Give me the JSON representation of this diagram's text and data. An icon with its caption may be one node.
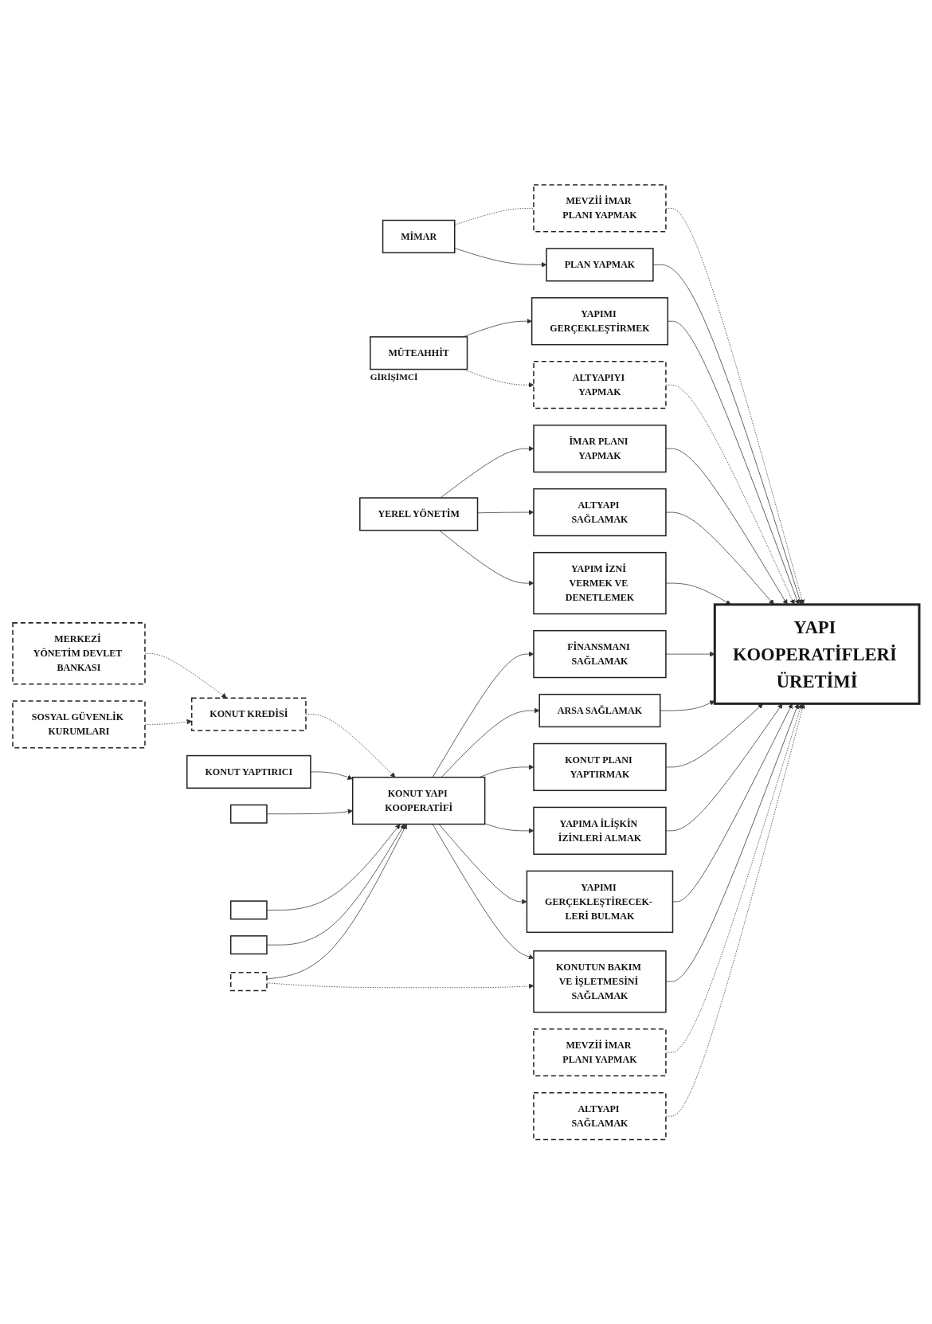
{
  "diagram": {
    "nodes": [
      {
        "text": [
          "MİMAR"
        ]
      },
      {
        "text": [
          "MÜTEAHHİT"
        ],
        "beside": [
          "GİRİŞİMCİ"
        ]
      },
      {
        "text": [
          "YEREL YÖNETİM"
        ]
      },
      {
        "text": [
          "MERKEZİ YÖNETİM DEVLET BANKASI"
        ]
      },
      {
        "text": [
          "SOSYAL GÜVENLİK KURUMLARI"
        ]
      },
      {
        "text": [
          "MEVZİİ İMAR PLANI YAPMAK"
        ]
      },
      {
        "text": [
          "PLAN YAPMAK"
        ]
      },
      {
        "text": [
          "YAPIMI GERÇEKLEŞTİRMEK"
        ]
      },
      {
        "text": [
          "ALTYAPIYI YAPMAK"
        ]
      },
      {
        "text": [
          "İMAR PLANI YAPMAK"
        ]
      },
      {
        "text": [
          "ALTYAPI SAĞLAMAK"
        ]
      },
      {
        "text": [
          "YAPIM İZNİ VERMEK VE DENETLEMEK"
        ]
      },
      {
        "text": [
          "KONUT KREDİSİ"
        ]
      },
      {
        "text": [
          "YAPI KOOPERATİFLERİ ÜRETİMİ"
        ]
      },
      {
        "text": [
          "FİNANSMANI SAĞLAMAK"
        ]
      },
      {
        "text": [
          "ARSA SAĞLAMAK"
        ]
      },
      {
        "text": [
          "KONUT PLANI YAPTIRMAK"
        ]
      },
      {
        "text": [
          "YAPIMA İLİŞKİN İZİNLERİ ALMAK"
        ]
      },
      {
        "text": [
          "YAPIMI GERÇEKLEŞTİRECEK- LERİ BULMAK"
        ]
      },
      {
        "text": [
          "KONUTUN BAKIM VE İŞLETMESİNİ SAĞLAMAK"
        ]
      },
      {
        "text": [
          "MEVZİİ İMAR PLANI YAPMAK"
        ]
      },
      {
        "text": [
          "ALTYAPI SAĞLAMAK"
        ]
      },
      {
        "text": [
          "KONUT YAPI KOOPERATİFİ"
        ]
      },
      {
        "text": [
          "KONUT YAPTIRICI"
        ]
      },
      {
        "text": [],
        "shape": "box"
      },
      {
        "text": [],
        "shape": "box"
      },
      {
        "text": [],
        "shape": "box"
      },
      {
        "text": [],
        "shape": "box"
      }
    ],
    "edges": [
      {
        "from": 0,
        "to": 5,
        "arrow": "none",
        "style": "dashed"
      },
      {
        "from": 0,
        "to": 6,
        "arrow": "to"
      },
      {
        "from": 1,
        "to": 7,
        "arrow": "to"
      },
      {
        "from": 1,
        "to": 8,
        "arrow": "to",
        "style": "dashed"
      },
      {
        "from": 2,
        "to": 9,
        "arrow": "to"
      },
      {
        "from": 2,
        "to": 10,
        "arrow": "to"
      },
      {
        "from": 2,
        "to": 11,
        "arrow": "to"
      },
      {
        "from": 3,
        "to": 12,
        "arrow": "to",
        "style": "dashed"
      },
      {
        "from": 4,
        "to": 12,
        "arrow": "to",
        "style": "dashed"
      },
      {
        "from": 5,
        "to": 13,
        "arrow": "to",
        "style": "dashed"
      },
      {
        "from": 6,
        "to": 13,
        "arrow": "to"
      },
      {
        "from": 7,
        "to": 13,
        "arrow": "to"
      },
      {
        "from": 8,
        "to": 13,
        "arrow": "to",
        "style": "dashed"
      },
      {
        "from": 9,
        "to": 13,
        "arrow": "to"
      },
      {
        "from": 10,
        "to": 13,
        "arrow": "to"
      },
      {
        "from": 11,
        "to": 13,
        "arrow": "to"
      },
      {
        "from": 12,
        "to": 22,
        "arrow": "to",
        "style": "dashed"
      },
      {
        "from": 14,
        "to": 13,
        "arrow": "to"
      },
      {
        "from": 15,
        "to": 13,
        "arrow": "to"
      },
      {
        "from": 16,
        "to": 13,
        "arrow": "to"
      },
      {
        "from": 17,
        "to": 13,
        "arrow": "to"
      },
      {
        "from": 18,
        "to": 13,
        "arrow": "to"
      },
      {
        "from": 19,
        "to": 13,
        "arrow": "to"
      },
      {
        "from": 20,
        "to": 13,
        "arrow": "to",
        "style": "dashed"
      },
      {
        "from": 21,
        "to": 13,
        "arrow": "to",
        "style": "dashed"
      },
      {
        "from": 22,
        "to": 14,
        "arrow": "to"
      },
      {
        "from": 22,
        "to": 15,
        "arrow": "to"
      },
      {
        "from": 22,
        "to": 16,
        "arrow": "to"
      },
      {
        "from": 22,
        "to": 17,
        "arrow": "to"
      },
      {
        "from": 22,
        "to": 18,
        "arrow": "to"
      },
      {
        "from": 22,
        "to": 19,
        "arrow": "to"
      },
      {
        "from": 23,
        "to": 22,
        "arrow": "to"
      },
      {
        "from": 24,
        "to": 22,
        "arrow": "to"
      },
      {
        "from": 25,
        "to": 22,
        "arrow": "to"
      },
      {
        "from": 26,
        "to": 22,
        "arrow": "to"
      },
      {
        "from": 27,
        "to": 22,
        "arrow": "to"
      },
      {
        "from": 27,
        "to": 19,
        "arrow": "to",
        "style": "dashed"
      }
    ]
  }
}
